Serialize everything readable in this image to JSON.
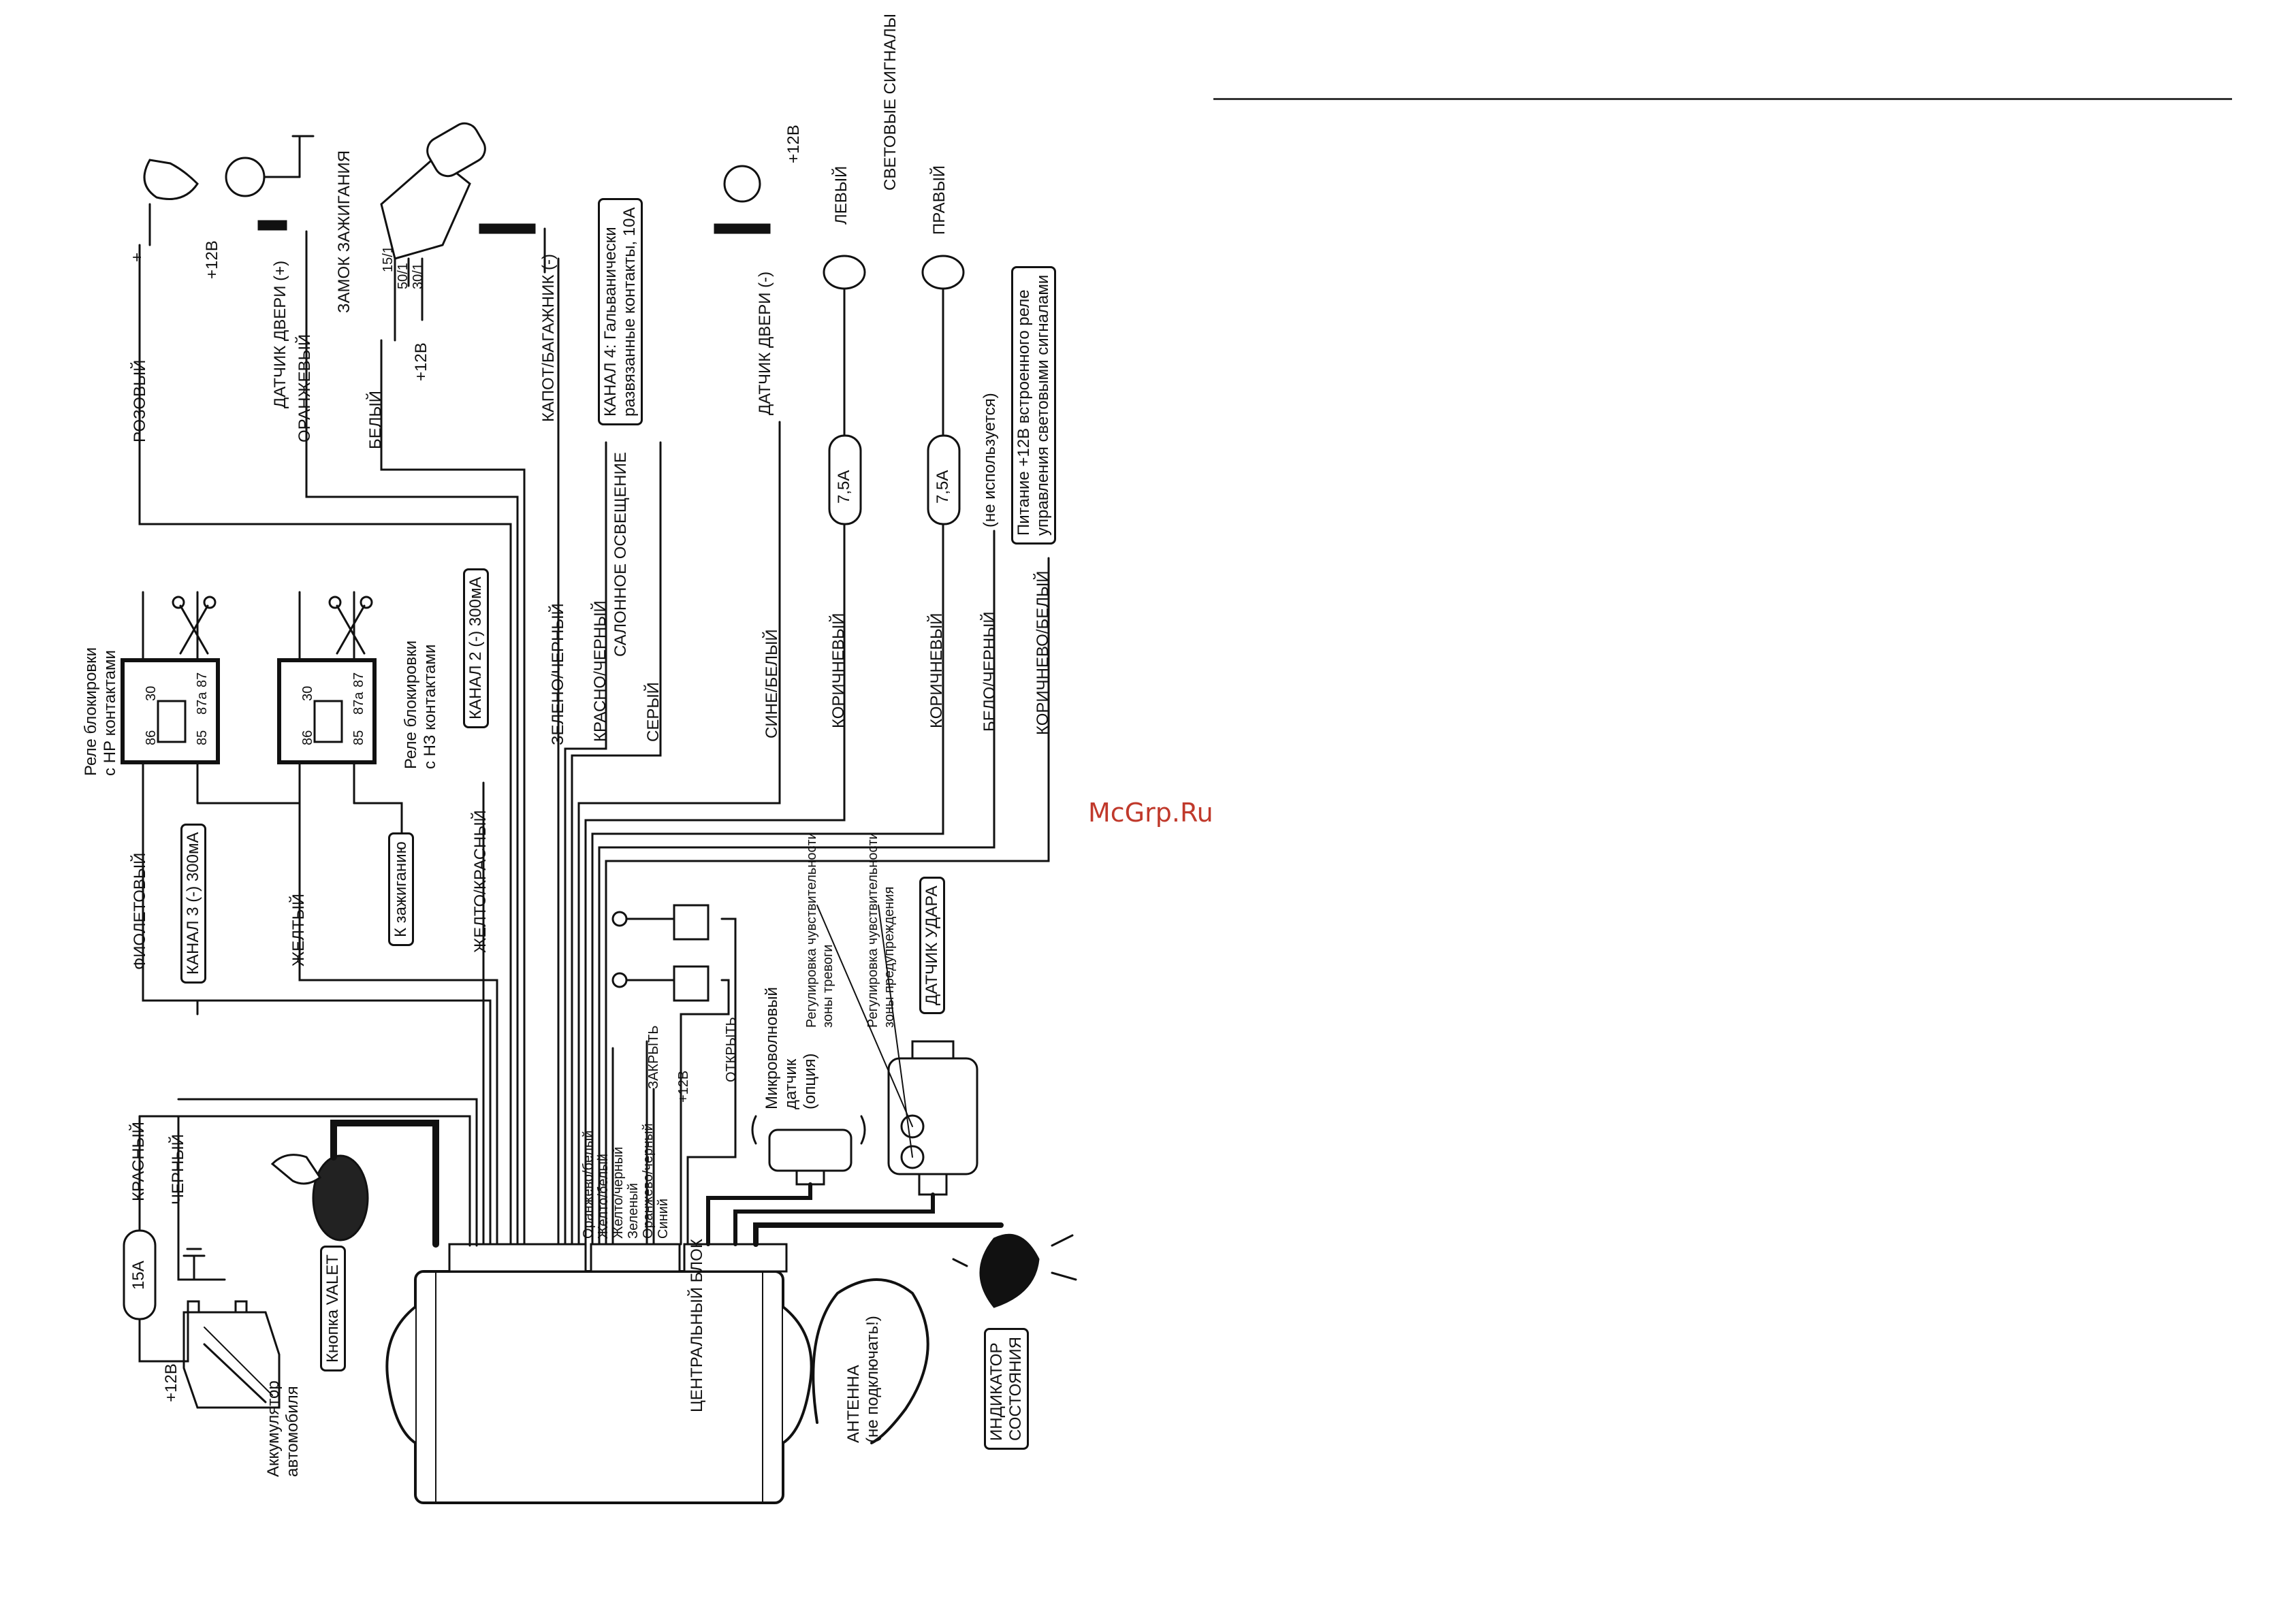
{
  "watermark": "McGrp.Ru",
  "central_unit": {
    "label": "ЦЕНТРАЛЬНЫЙ БЛОК"
  },
  "battery": {
    "label": "Аккумулятор\nавтомобиля",
    "plus": "+12В",
    "fuse": "15А"
  },
  "valet": {
    "label": "Кнопка VALET"
  },
  "indicator": {
    "label": "ИНДИКАТОР\nСОСТОЯНИЯ"
  },
  "antenna": {
    "label": "АНТЕННА\n(не подключать!)"
  },
  "microwave": {
    "label": "Микроволновый\nдатчик\n(опция)"
  },
  "shock": {
    "label": "ДАТЧИК УДАРА",
    "adj_alarm": "Регулировка чувствительности\nзоны тревоги",
    "adj_warn": "Регулировка чувствительности\nзоны предупреждения"
  },
  "wires_left": {
    "red": "КРАСНЫЙ",
    "black": "ЧЕРНЫЙ",
    "violet": "ФИОЛЕТОВЫЙ",
    "yellow": "ЖЕЛТЫЙ",
    "yellow_red": "ЖЕЛТО/КРАСНЫЙ",
    "pink": "РОЗОВЫЙ",
    "orange": "ОРАНЖЕВЫЙ",
    "white": "БЕЛЫЙ",
    "green_black": "ЗЕЛЕНО/ЧЕРНЫЙ",
    "red_black": "КРАСНО/ЧЕРНЫЙ",
    "grey": "СЕРЫЙ",
    "blue_white": "СИНЕ/БЕЛЫЙ",
    "brown1": "КОРИЧНЕВЫЙ",
    "brown2": "КОРИЧНЕВЫЙ",
    "white_black": "БЕЛО/ЧЕРНЫЙ",
    "brown_white": "КОРИЧНЕВО/БЕЛЫЙ"
  },
  "channels": {
    "ch3": "КАНАЛ 3 (-) 300мА",
    "ch2": "КАНАЛ 2 (-) 300мА",
    "ch4": "КАНАЛ 4: Гальванически\nразвязанные контакты, 10А",
    "ignition_box": "К зажиганию"
  },
  "relays": {
    "no": "Реле блокировки\nс НР контактами",
    "nc": "Реле блокировки\nс НЗ контактами",
    "pins": [
      "30",
      "86",
      "85",
      "87а",
      "87"
    ]
  },
  "devices": {
    "door_plus": "ДАТЧИК ДВЕРИ (+)",
    "ignition_lock": "ЗАМОК ЗАЖИГАНИЯ",
    "ign_pins": [
      "15/1",
      "50/1",
      "30/1"
    ],
    "hood_trunk": "КАПОТ/БАГАЖНИК (-)",
    "interior_light": "САЛОННОЕ ОСВЕЩЕНИЕ",
    "door_minus": "ДАТЧИК ДВЕРИ (-)",
    "turn_signals": "СВЕТОВЫЕ СИГНАЛЫ",
    "left": "ЛЕВЫЙ",
    "right": "ПРАВЫЙ",
    "fuse_75a_1": "7,5А",
    "fuse_75a_2": "7,5А",
    "not_used": "(не используется)",
    "relay_power": "Питание +12В встроенного реле\nуправления световыми сигналами",
    "plus12_1": "+12В",
    "plus12_2": "+12В",
    "plus12_3": "+12В",
    "plus": "+"
  },
  "locks": {
    "wires": [
      "Оранжево/белый",
      "Желто/белый",
      "Желто/черный",
      "Зеленый",
      "Оранжево/черный",
      "Синий"
    ],
    "close": "ЗАКРЫТЬ",
    "open": "ОТКРЫТЬ",
    "plus12": "+12В"
  }
}
